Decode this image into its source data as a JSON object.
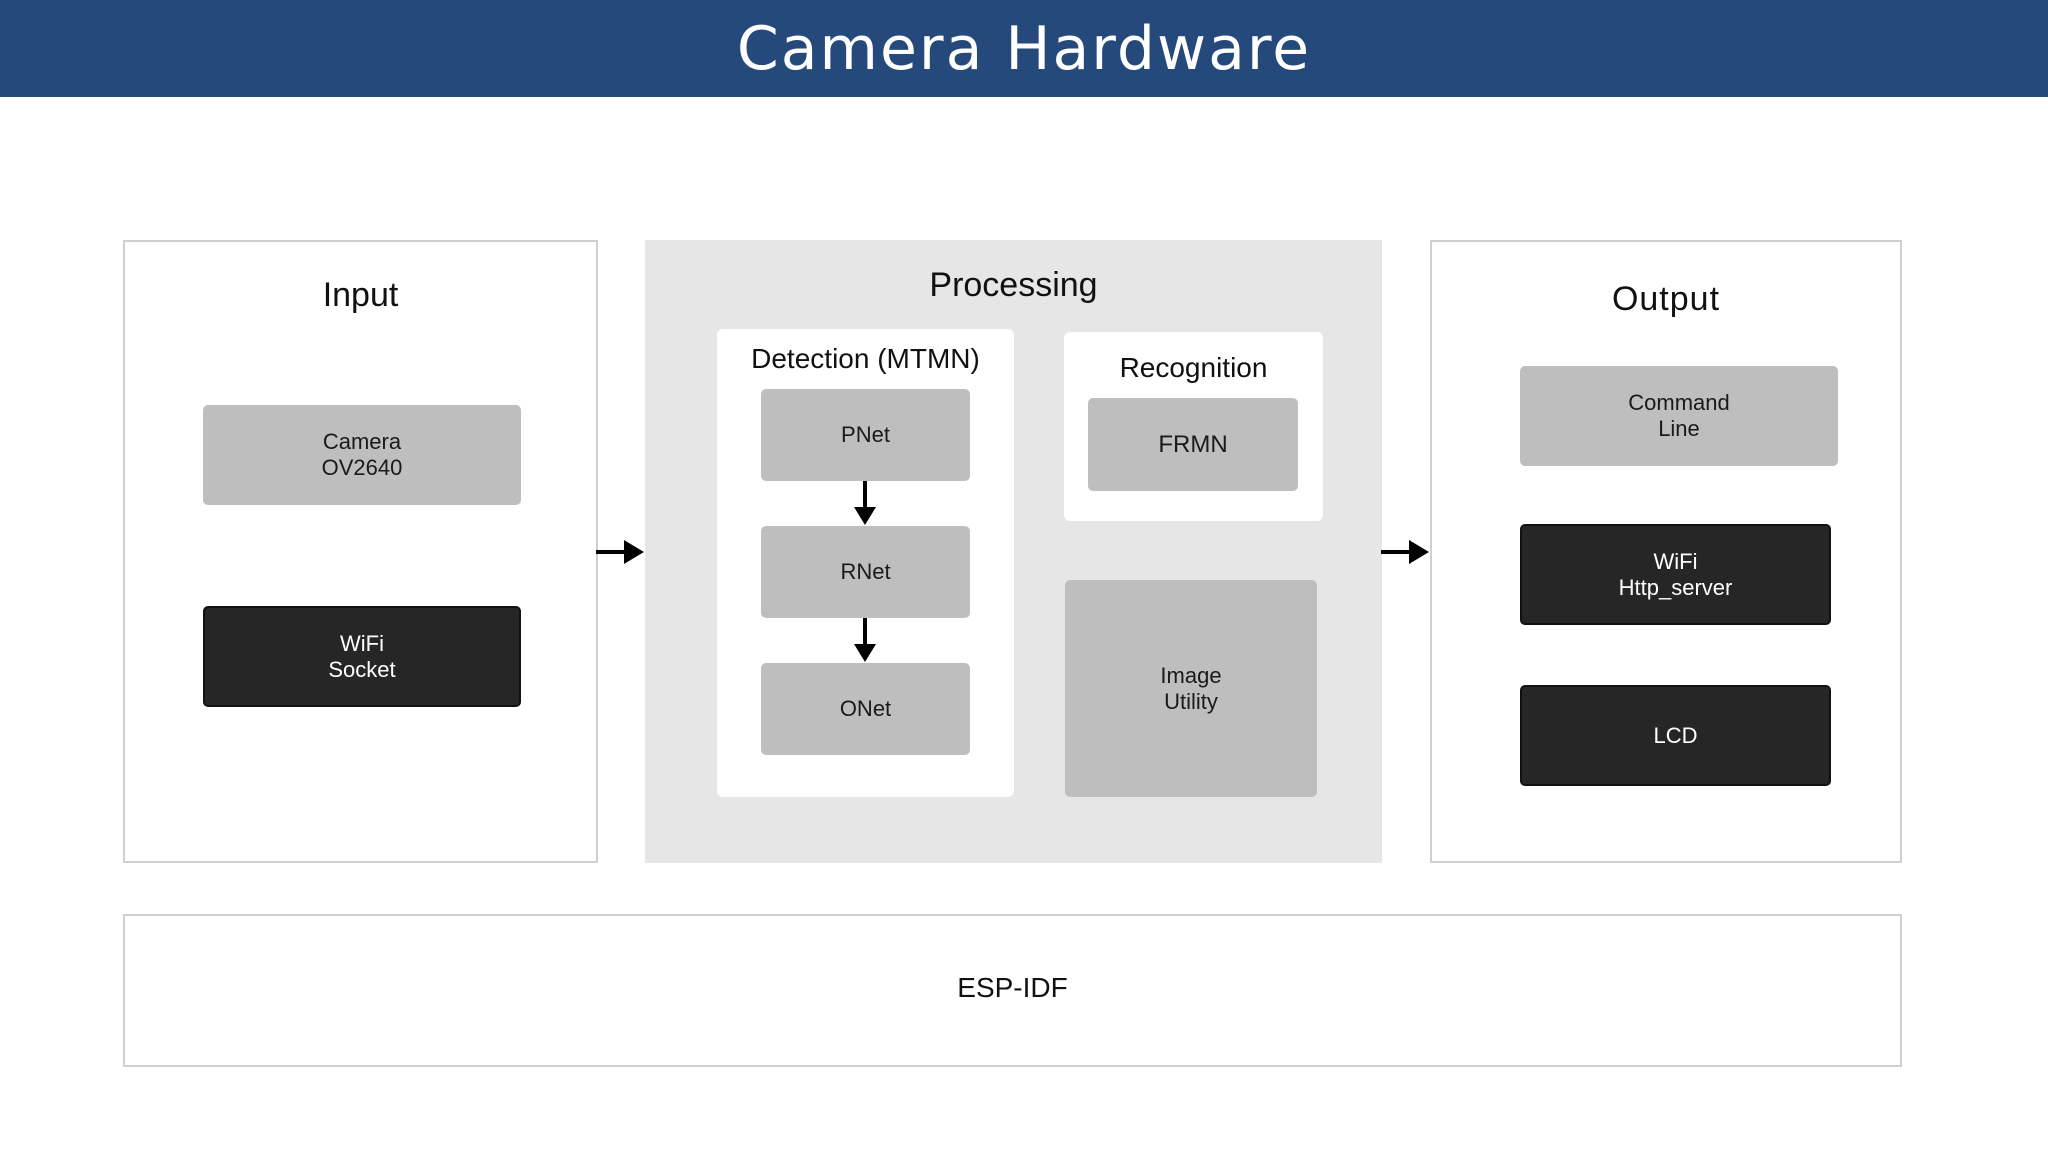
{
  "header": {
    "title": "Camera Hardware"
  },
  "input": {
    "title": "Input",
    "camera": "Camera\nOV2640",
    "wifi_socket": "WiFi\nSocket"
  },
  "processing": {
    "title": "Processing",
    "detection": {
      "title": "Detection (MTMN)",
      "pnet": "PNet",
      "rnet": "RNet",
      "onet": "ONet"
    },
    "recognition": {
      "title": "Recognition",
      "frmn": "FRMN"
    },
    "image_utility": "Image\nUtility"
  },
  "output": {
    "title": "Output",
    "command_line": "Command\nLine",
    "wifi_http": "WiFi\nHttp_server",
    "lcd": "LCD"
  },
  "footer": {
    "label": "ESP-IDF"
  },
  "colors": {
    "header_bg": "#25497a",
    "light_box": "#bfbebf",
    "dark_box": "#262627",
    "processing_bg": "#e7e6e7"
  }
}
